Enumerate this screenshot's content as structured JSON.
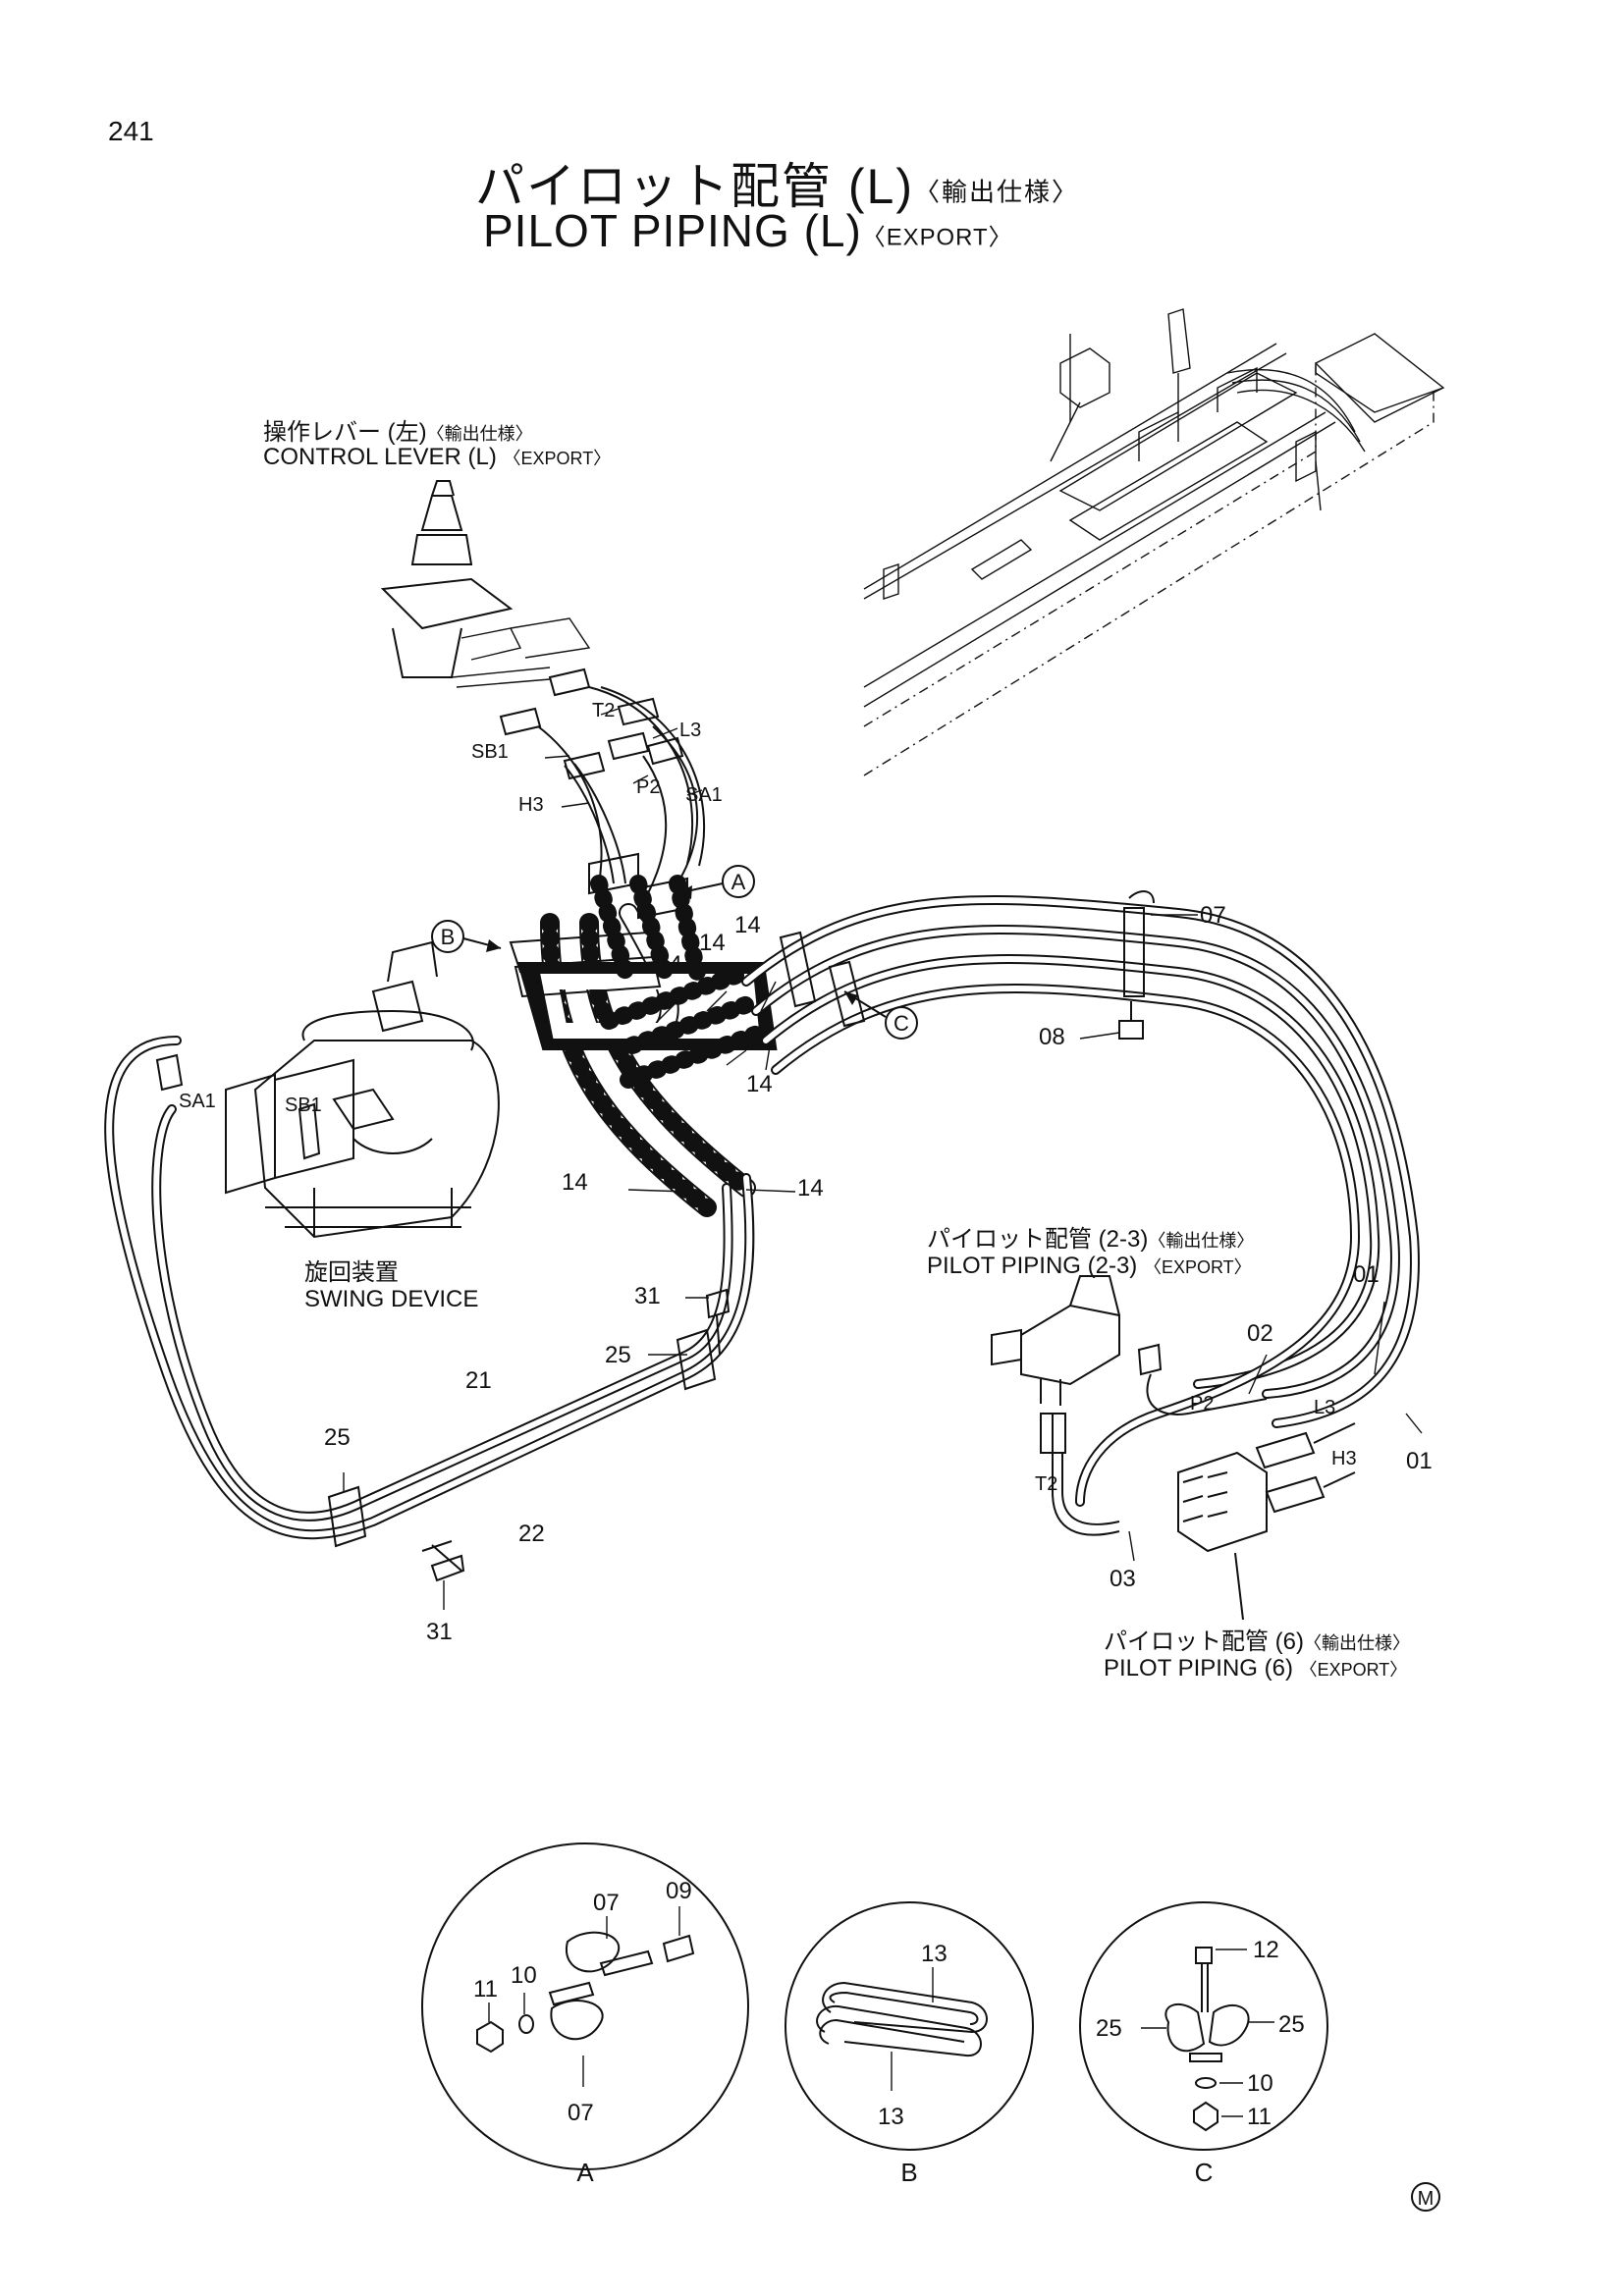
{
  "page_number": "241",
  "title": {
    "jp_main": "パイロット配管 (L)",
    "jp_sub": "〈輸出仕様〉",
    "en_main": "PILOT PIPING (L)",
    "en_sub": "〈EXPORT〉"
  },
  "assemblies": {
    "control_lever": {
      "jp": "操作レバー (左)",
      "jp_sub": "〈輸出仕様〉",
      "en": "CONTROL LEVER (L)",
      "en_sub": "〈EXPORT〉"
    },
    "swing_device": {
      "jp": "旋回装置",
      "en": "SWING DEVICE"
    },
    "pilot_piping_2_3": {
      "jp": "パイロット配管 (2-3)",
      "jp_sub": "〈輸出仕様〉",
      "en": "PILOT PIPING (2-3)",
      "en_sub": "〈EXPORT〉"
    },
    "pilot_piping_6": {
      "jp": "パイロット配管 (6)",
      "jp_sub": "〈輸出仕様〉",
      "en": "PILOT PIPING (6)",
      "en_sub": "〈EXPORT〉"
    }
  },
  "port_labels": {
    "t2": "T2",
    "l3": "L3",
    "sb1": "SB1",
    "p2": "P2",
    "sa1": "SA1",
    "h3": "H3"
  },
  "part_numbers": {
    "p01": "01",
    "p02": "02",
    "p03": "03",
    "p07": "07",
    "p08": "08",
    "p09": "09",
    "p10": "10",
    "p11": "11",
    "p12": "12",
    "p13": "13",
    "p14": "14",
    "p21": "21",
    "p22": "22",
    "p25": "25",
    "p31": "31"
  },
  "detail_refs": {
    "a": "A",
    "b": "B",
    "c": "C"
  },
  "mark": "M"
}
